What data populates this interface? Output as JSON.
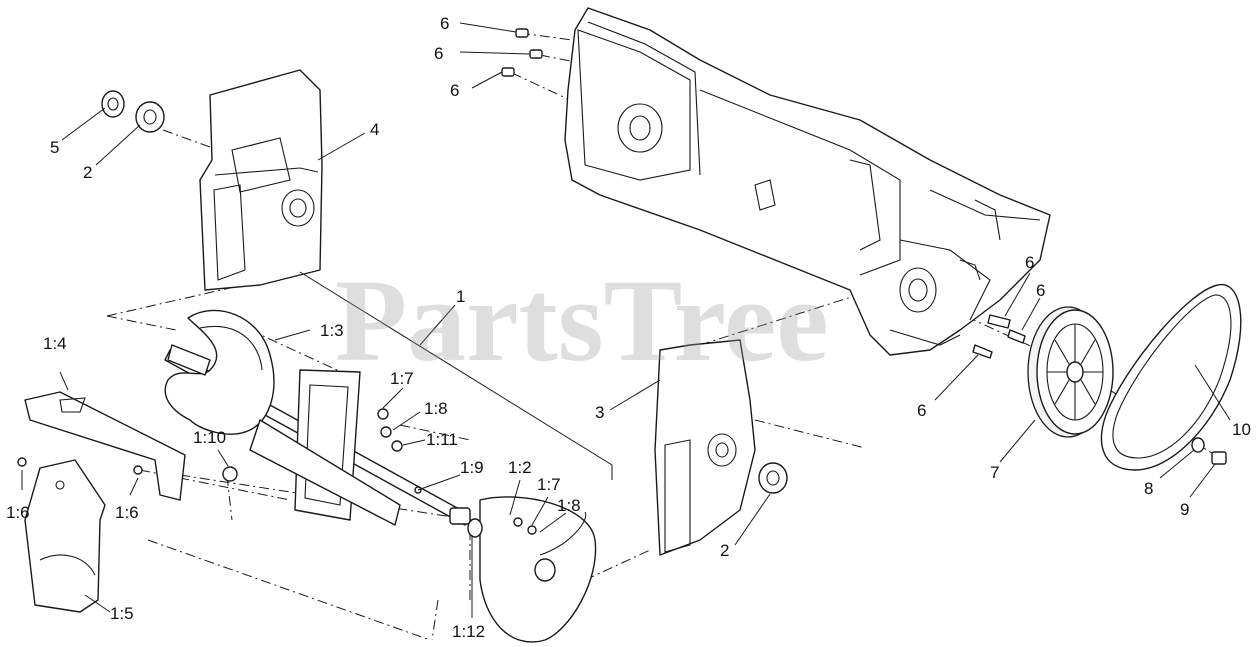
{
  "watermark": "PartsTree",
  "callouts": [
    {
      "id": "c6a",
      "text": "6"
    },
    {
      "id": "c6b",
      "text": "6"
    },
    {
      "id": "c6c",
      "text": "6"
    },
    {
      "id": "c5",
      "text": "5"
    },
    {
      "id": "c2a",
      "text": "2"
    },
    {
      "id": "c4",
      "text": "4"
    },
    {
      "id": "c1",
      "text": "1"
    },
    {
      "id": "c13",
      "text": "1:3"
    },
    {
      "id": "c14",
      "text": "1:4"
    },
    {
      "id": "c17a",
      "text": "1:7"
    },
    {
      "id": "c18a",
      "text": "1:8"
    },
    {
      "id": "c111",
      "text": "1:11"
    },
    {
      "id": "c110",
      "text": "1:10"
    },
    {
      "id": "c19",
      "text": "1:9"
    },
    {
      "id": "c12",
      "text": "1:2"
    },
    {
      "id": "c17b",
      "text": "1:7"
    },
    {
      "id": "c18b",
      "text": "1:8"
    },
    {
      "id": "c16a",
      "text": "1:6"
    },
    {
      "id": "c16b",
      "text": "1:6"
    },
    {
      "id": "c15",
      "text": "1:5"
    },
    {
      "id": "c112",
      "text": "1:12"
    },
    {
      "id": "c3",
      "text": "3"
    },
    {
      "id": "c2b",
      "text": "2"
    },
    {
      "id": "c6d",
      "text": "6"
    },
    {
      "id": "c6e",
      "text": "6"
    },
    {
      "id": "c6f",
      "text": "6"
    },
    {
      "id": "c7",
      "text": "7"
    },
    {
      "id": "c8",
      "text": "8"
    },
    {
      "id": "c9",
      "text": "9"
    },
    {
      "id": "c10",
      "text": "10"
    }
  ]
}
